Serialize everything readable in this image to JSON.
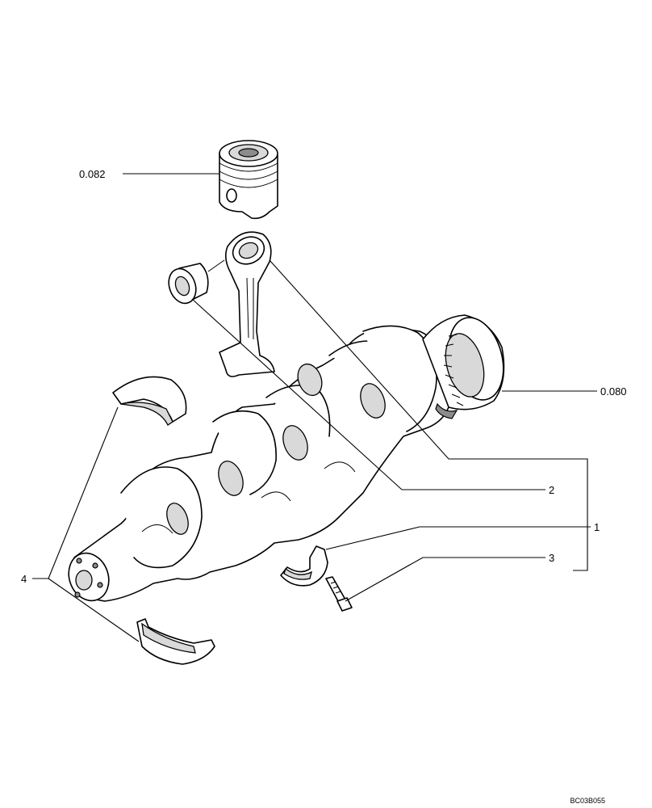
{
  "callouts": {
    "piston": "0.082",
    "flywheel_gear": "0.080",
    "connecting_rod": "2",
    "crankshaft_assembly": "1",
    "bolt": "3",
    "main_bearing": "4"
  },
  "drawing_code": "BC03B055"
}
